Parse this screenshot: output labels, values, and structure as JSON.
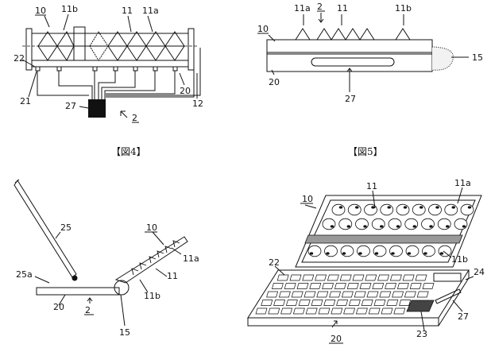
{
  "figure3": {
    "labels": [
      "10",
      "11b",
      "11",
      "11a",
      "22",
      "21",
      "27",
      "2",
      "20",
      "12"
    ]
  },
  "figure4": {
    "caption": "【図4】",
    "labels": [
      "25",
      "25a",
      "20",
      "2",
      "10",
      "11a",
      "11",
      "11b",
      "15"
    ]
  },
  "figure5": {
    "caption": "【図5】",
    "labels": [
      "11a",
      "2",
      "11",
      "11b",
      "10",
      "15",
      "20",
      "27"
    ]
  },
  "figure6": {
    "labels": [
      "10",
      "11",
      "11a",
      "22",
      "11b",
      "24",
      "27",
      "23",
      "20"
    ]
  }
}
